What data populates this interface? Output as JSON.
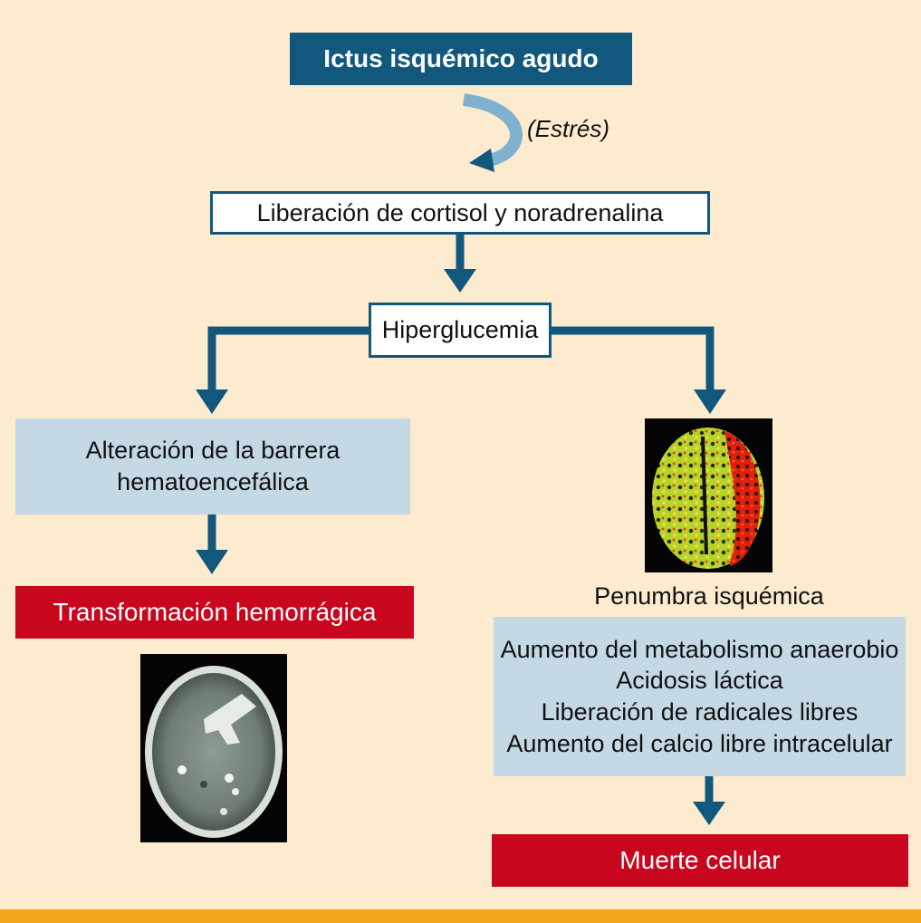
{
  "nodes": {
    "ictus": "Ictus isquémico agudo",
    "estres": "(Estrés)",
    "liberacion": "Liberación de cortisol y noradrenalina",
    "hiperglucemia": "Hiperglucemia",
    "alteracion": [
      "Alteración de la barrera",
      "hematoencefálica"
    ],
    "transformacion": "Transformación hemorrágica",
    "penumbra": "Penumbra isquémica",
    "efectos": [
      "Aumento del metabolismo anaerobio",
      "Acidosis láctica",
      "Liberación de radicales libres",
      "Aumento del calcio libre intracelular"
    ],
    "muerte": "Muerte celular"
  },
  "colors": {
    "background": "#fdebd0",
    "dark_blue": "#11587c",
    "light_blue": "#c4d9e4",
    "red": "#c8061e",
    "bottom_bar": "#f3a81b"
  },
  "icons": [
    "curved-arrow-icon",
    "down-arrow-icon",
    "brain-ct-scan-image",
    "brain-perfusion-map-image"
  ]
}
